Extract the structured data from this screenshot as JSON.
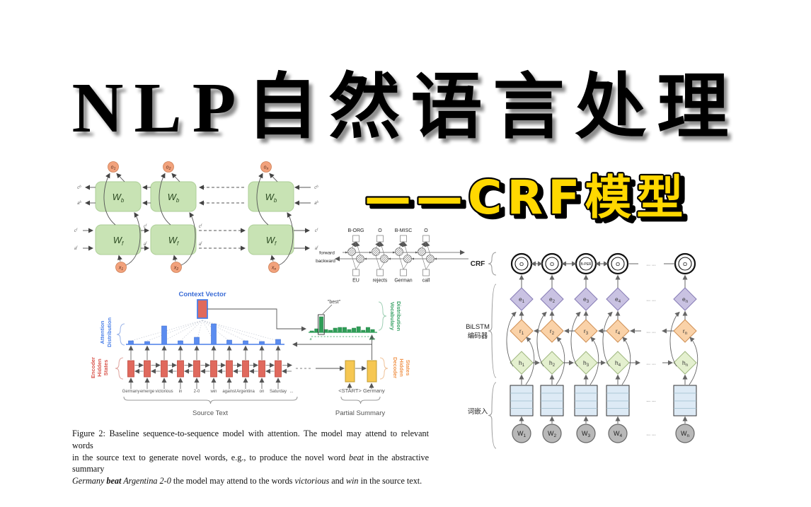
{
  "title": {
    "text": "NLP自然语言处理"
  },
  "subtitle": {
    "dashes": "——",
    "text": "CRF模型"
  },
  "colors": {
    "subtitle_yellow": "#FFD800",
    "title_black": "#000000",
    "attention_blue": "#4a7fe8",
    "attention_bar_blue": "#5b8cf0",
    "context_label_blue": "#3b6cd6",
    "encoder_red": "#e0695d",
    "encoder_border_red": "#bf4a3e",
    "decoder_yellow": "#f6c752",
    "decoder_border": "#bf9b33",
    "vocab_green": "#2f9e57",
    "decoder_label_orange": "#f0954d",
    "brnn_green": "#c8e3b4",
    "brnn_green_border": "#aecf98",
    "node_orange": "#f2a27c",
    "node_orange_border": "#cd7f55",
    "e_purple": "#c9c2e2",
    "e_purple_border": "#877cb5",
    "r_orange": "#fad2a8",
    "r_orange_border": "#cf9055",
    "h_green": "#e4f0cf",
    "h_green_border": "#9fb77f",
    "embed_blue": "#ddeaf5",
    "w_gray": "#b8b8b8",
    "arrow_gray": "#555555"
  },
  "brnn": {
    "w_main": "W",
    "wb_sub": "b",
    "wf_sub": "f",
    "o_main": "o",
    "x_main": "x",
    "col_subs": [
      "1",
      "2",
      "n"
    ],
    "c_label": "c",
    "a_label": "a"
  },
  "ner": {
    "tags": [
      "B-ORG",
      "O",
      "B-MISC",
      "O"
    ],
    "words": [
      "EU",
      "rejects",
      "German",
      "call"
    ],
    "forward_label": "forward",
    "backward_label": "backward"
  },
  "seq2seq": {
    "context_vector_label": "Context Vector",
    "attention_label_lines": [
      "Attention",
      "Distribution"
    ],
    "encoder_label_lines": [
      "Encoder",
      "Hidden",
      "States"
    ],
    "decoder_label_lines": [
      "Decoder",
      "Hidden",
      "States"
    ],
    "vocab_label_lines": [
      "Vocabulary",
      "Distribution"
    ],
    "best_label": "\"best\"",
    "a_tick": "a",
    "zoo_tick": "zoo",
    "source_words": [
      "Germany",
      "emerge",
      "victorious",
      "in",
      "2-0",
      "win",
      "against",
      "Argentina",
      "on",
      "Saturday",
      "..."
    ],
    "attention_bar_heights": [
      5,
      4,
      26,
      5,
      10,
      29,
      6,
      5,
      4,
      7
    ],
    "vocab_bar_heights": [
      2,
      5,
      22,
      4,
      3,
      6,
      7,
      7,
      4,
      6,
      8,
      3,
      7,
      4
    ],
    "start_token_text": "<START> Germany",
    "source_text_label": "Source Text",
    "partial_summary_label": "Partial Summary"
  },
  "caption": {
    "l1": "Figure 2: Baseline sequence-to-sequence model with attention. The model may attend to relevant words",
    "l2a": "in the source text to generate novel words, e.g., to produce the novel word ",
    "l2b": "beat",
    "l2c": " in the abstractive summary",
    "l3a": "Germany ",
    "l3b": "beat",
    "l3c": " Argentina 2-0",
    "l3d": " the model may attend to the words ",
    "l3e": "victorious",
    "l3f": " and ",
    "l3g": "win",
    "l3h": " in the source text."
  },
  "crf": {
    "crf_label": "CRF",
    "bilstm_label_line1": "BiLSTM",
    "bilstm_label_line2": "编码器",
    "embedding_label": "词嵌入",
    "tags": [
      "O",
      "O",
      "B-PER",
      "O",
      "O"
    ],
    "e_main": "e",
    "r_main": "r",
    "h_main": "h",
    "w_main": "W",
    "col_subs": [
      "1",
      "2",
      "3",
      "4",
      "n"
    ],
    "dots": "... ..."
  }
}
